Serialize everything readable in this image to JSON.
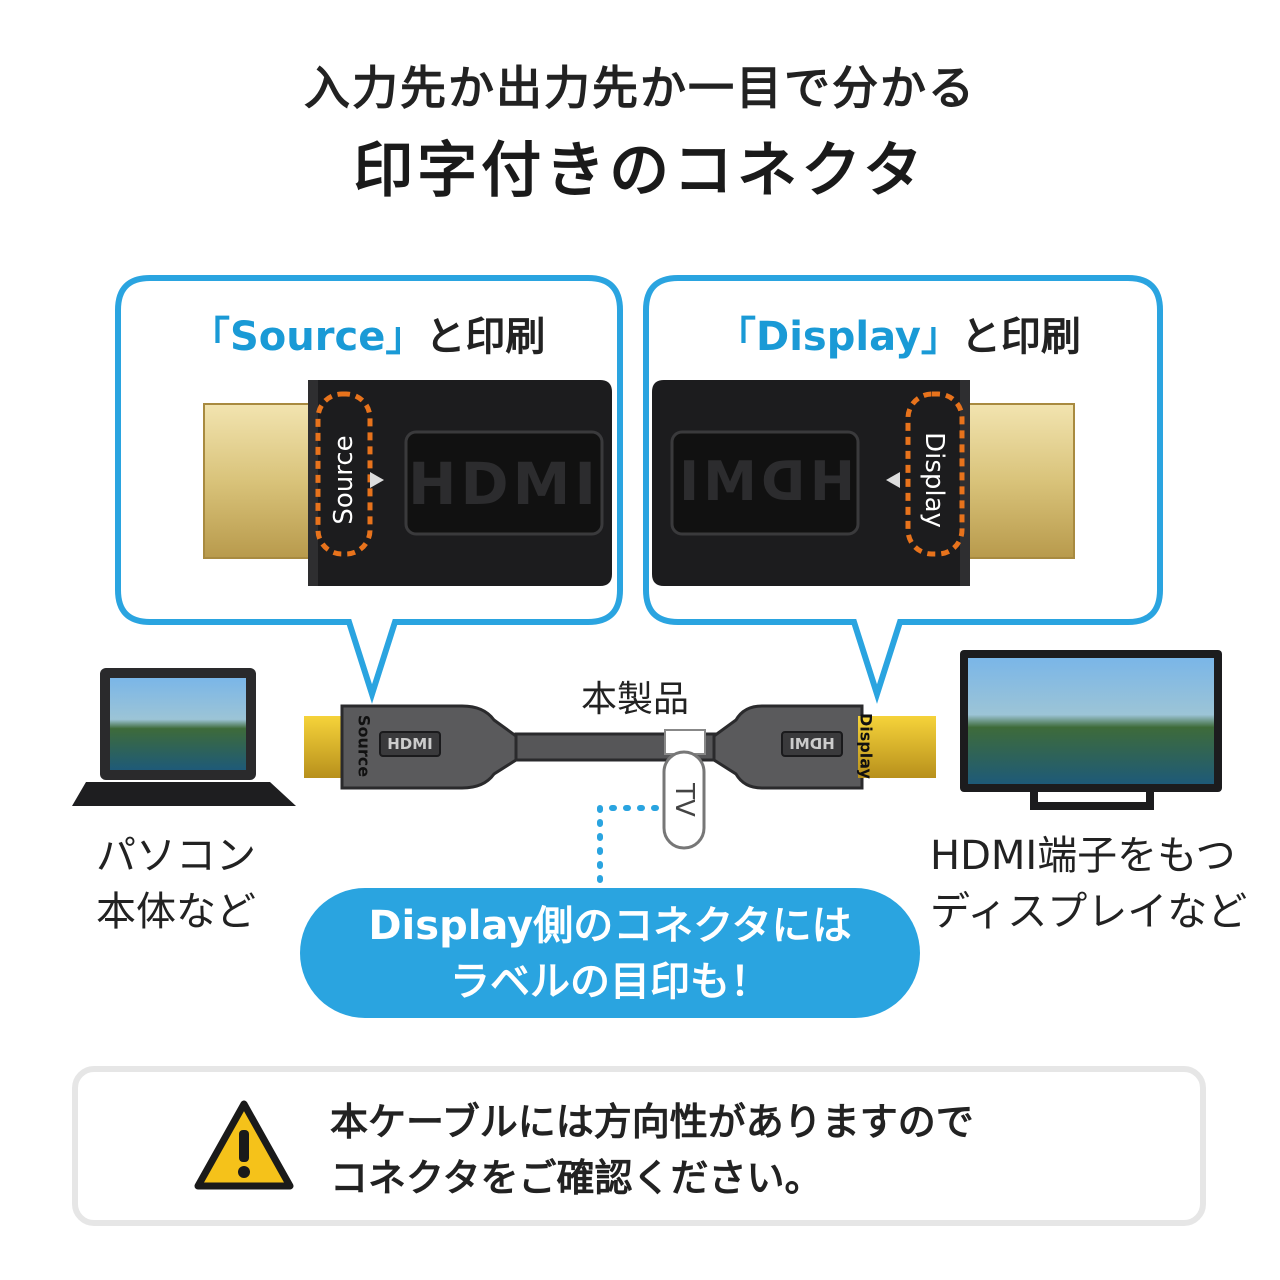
{
  "title": {
    "line1": "入力先か出力先か一目で分かる",
    "line2": "印字付きのコネクタ"
  },
  "callouts": [
    {
      "quote": "「Source」",
      "suffix": "と印刷",
      "connector_print": "Source"
    },
    {
      "quote": "「Display」",
      "suffix": "と印刷",
      "connector_print": "Display"
    }
  ],
  "connector_logo": "HDMI",
  "product_label": "本製品",
  "cable_tag": "TV",
  "left_device": {
    "line1": "パソコン",
    "line2": "本体など"
  },
  "right_device": {
    "line1": "HDMI端子をもつ",
    "line2": "ディスプレイなど"
  },
  "bubble": {
    "line1": "Display側のコネクタには",
    "line2": "ラベルの目印も！"
  },
  "notice": {
    "line1": "本ケーブルには方向性がありますので",
    "line2": "コネクタをご確認ください。"
  },
  "colors": {
    "accent": "#2aa4e0",
    "highlight": "#e8731c",
    "warning": "#f5c21a"
  }
}
